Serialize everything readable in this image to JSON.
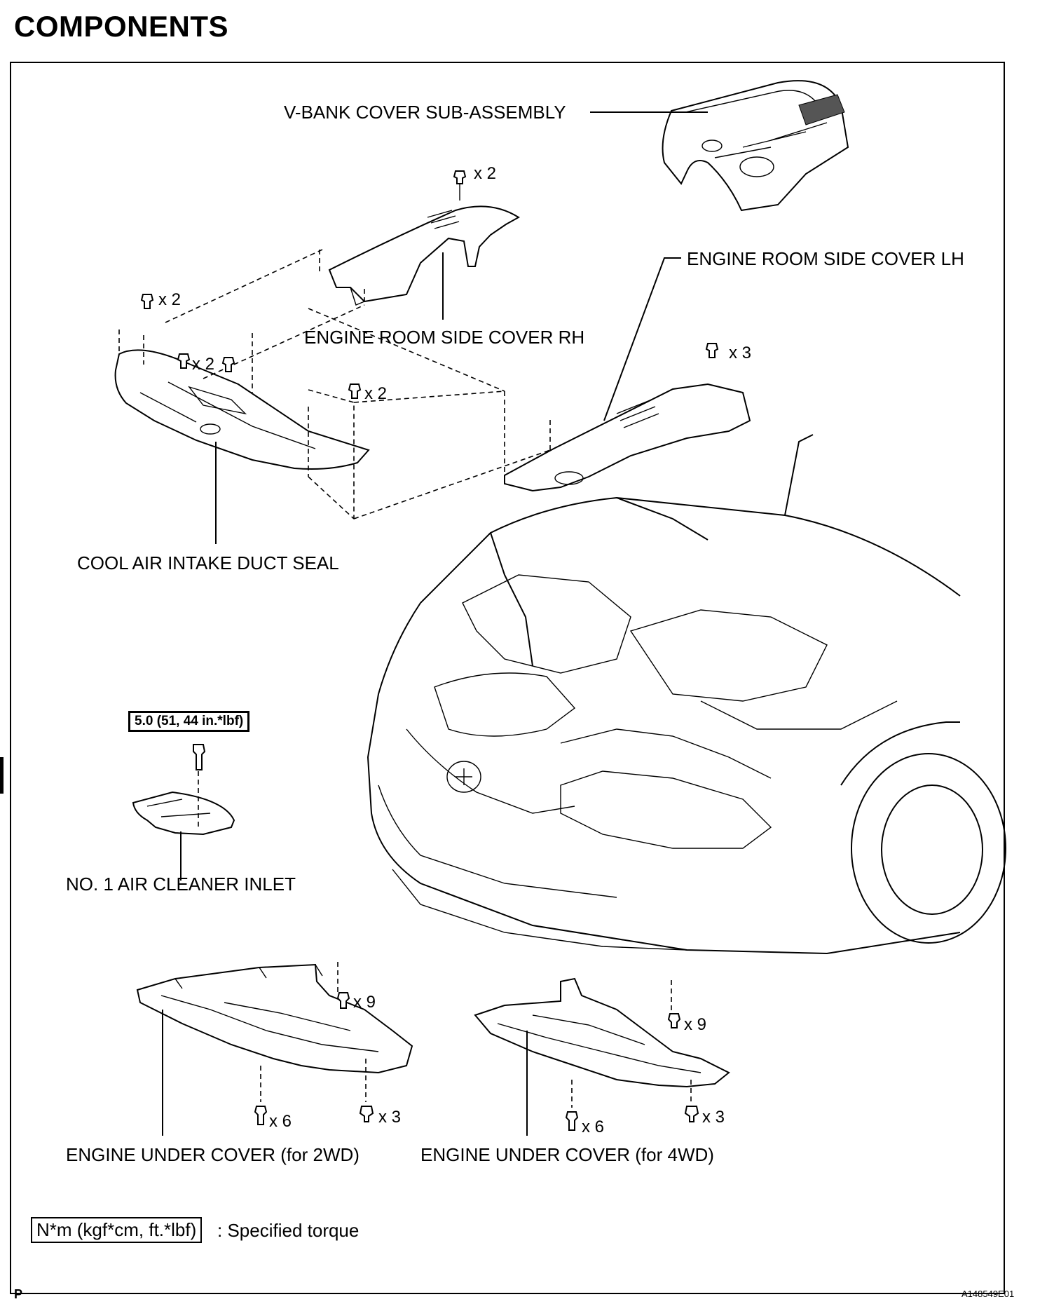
{
  "heading": "COMPONENTS",
  "labels": {
    "vbank_cover": "V-BANK COVER SUB-ASSEMBLY",
    "side_cover_lh": "ENGINE ROOM SIDE COVER LH",
    "side_cover_rh": "ENGINE ROOM SIDE COVER RH",
    "intake_duct_seal": "COOL AIR INTAKE DUCT SEAL",
    "air_cleaner_inlet": "NO. 1 AIR CLEANER INLET",
    "under_cover_2wd": "ENGINE UNDER COVER (for 2WD)",
    "under_cover_4wd": "ENGINE UNDER COVER (for 4WD)"
  },
  "fastener_counts": {
    "rh_cover_clips": "x 2",
    "seal_clips_left": "x 2",
    "seal_clips_center": "x 2",
    "seal_clips_right": "x 2",
    "lh_cover_clips": "x 3",
    "under2wd_bolts_upper": "x 9",
    "under2wd_bolts_lower": "x 6",
    "under2wd_clips": "x 3",
    "under4wd_bolts_upper": "x 9",
    "under4wd_bolts_lower": "x 6",
    "under4wd_clips": "x 3"
  },
  "torque_spec": "5.0 (51, 44 in.*lbf)",
  "legend": {
    "unit_box": "N*m (kgf*cm, ft.*lbf)",
    "description": ": Specified torque"
  },
  "page_code": "P",
  "figure_id": "A148549E01"
}
